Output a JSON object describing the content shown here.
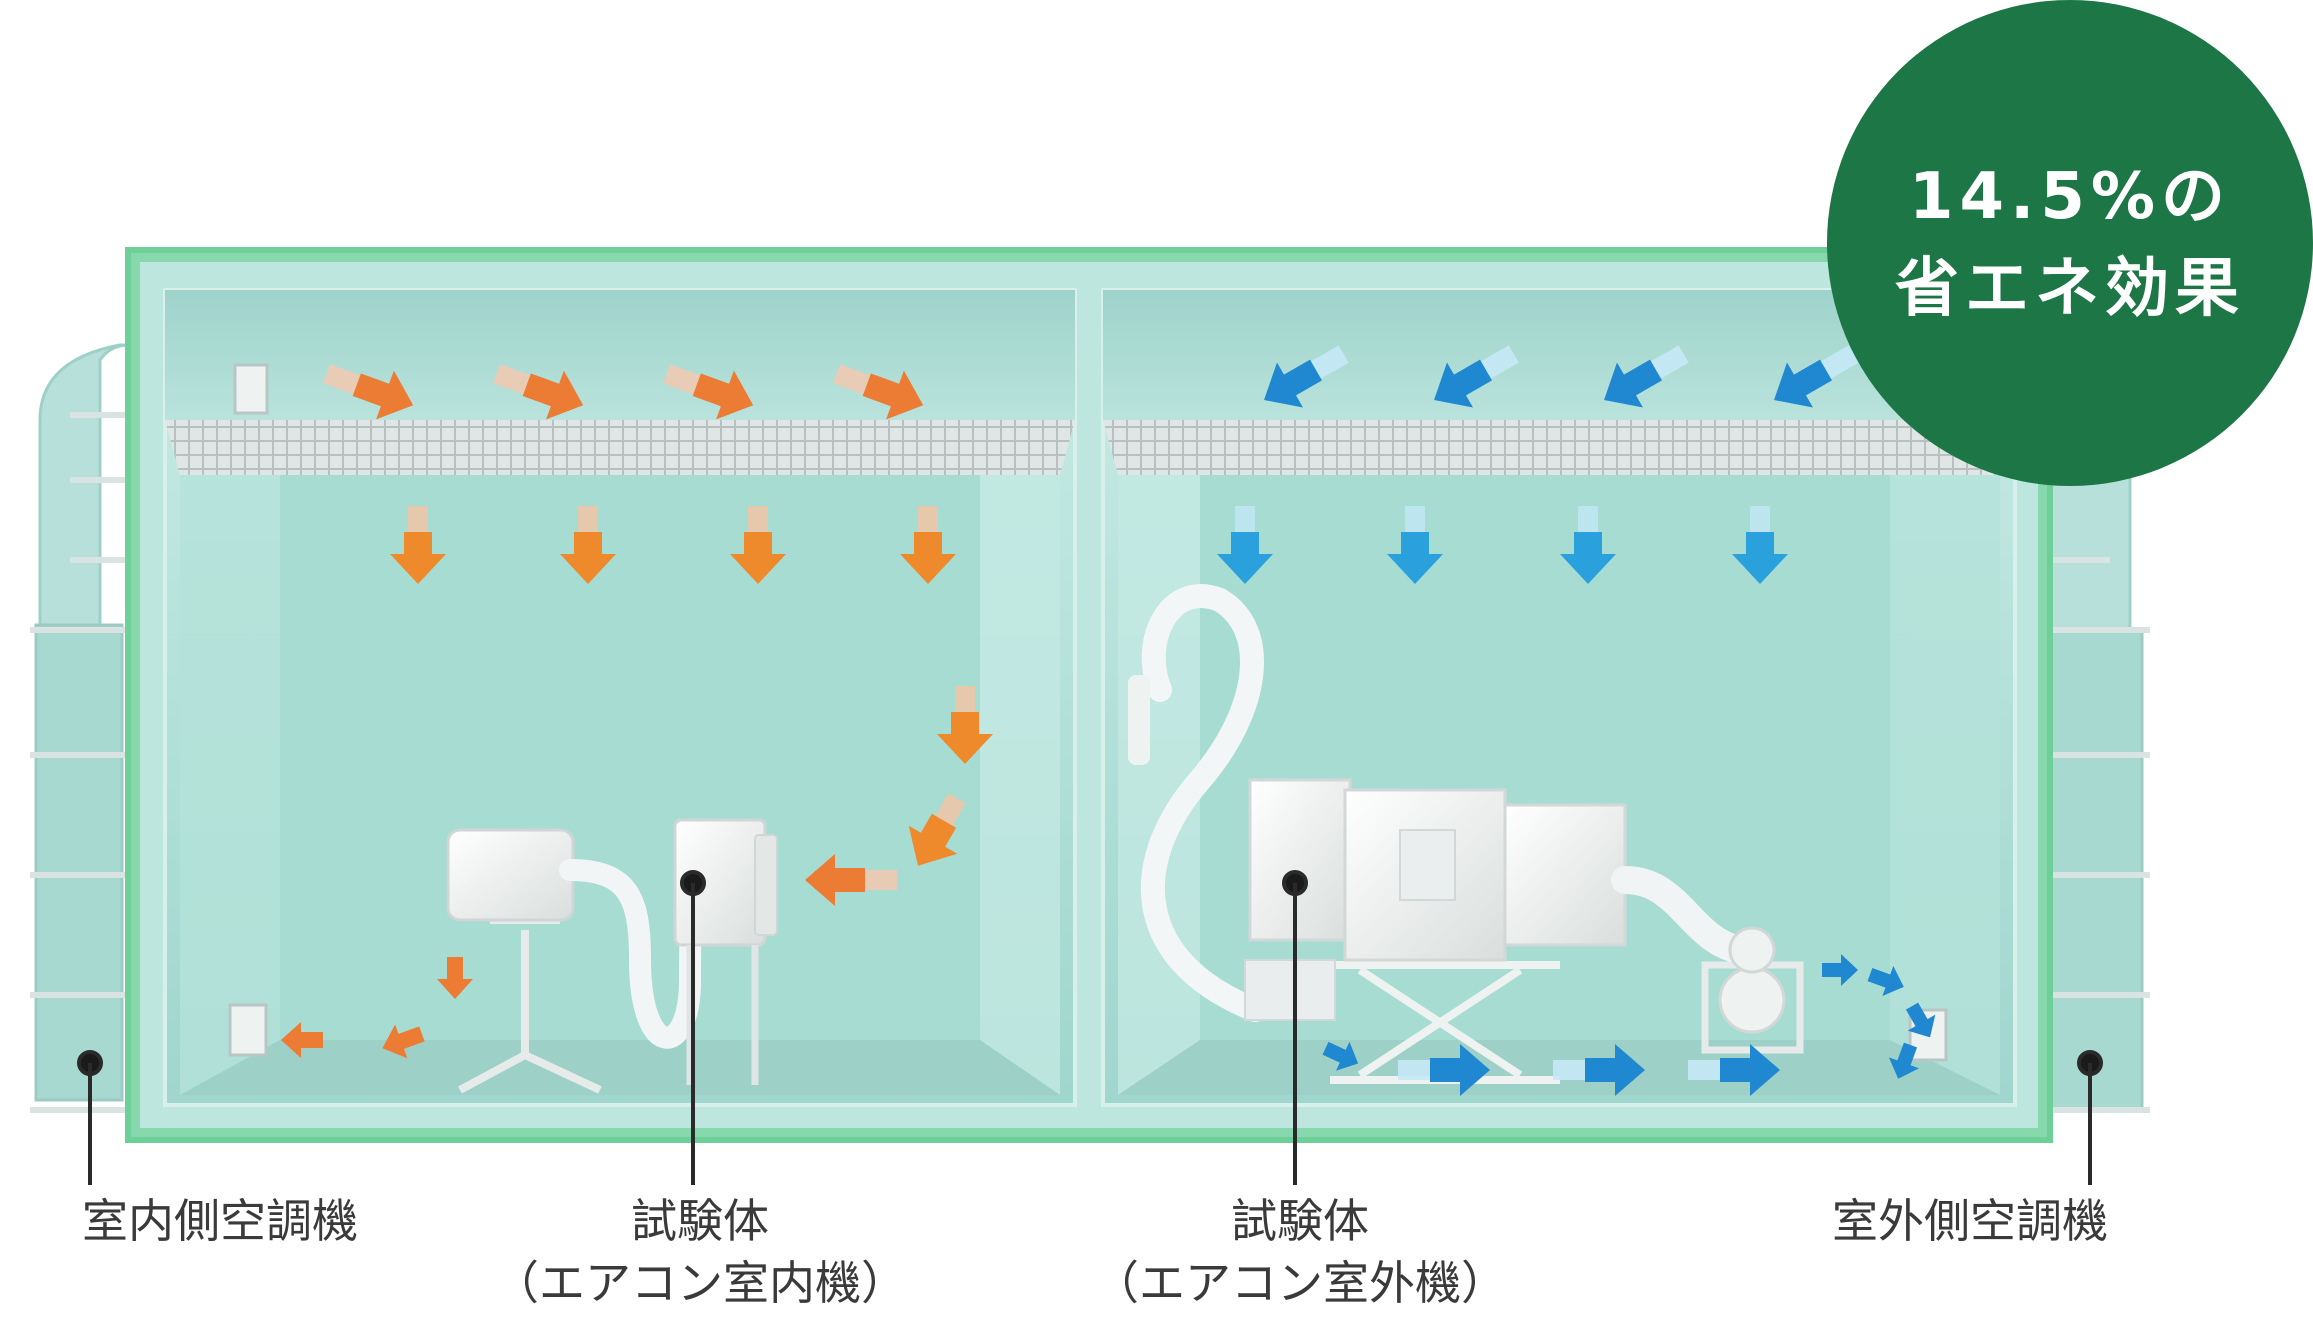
{
  "badge": {
    "line1": "14.5%の",
    "line2": "省エネ効果",
    "color": "#1d7645"
  },
  "labels": {
    "indoor_ac": "室内側空調機",
    "test_indoor_title": "試験体",
    "test_indoor_sub": "（エアコン室内機）",
    "test_outdoor_title": "試験体",
    "test_outdoor_sub": "（エアコン室外機）",
    "outdoor_ac": "室外側空調機"
  },
  "colors": {
    "frame": "#6fcf99",
    "room": "#a9dcd4",
    "warm_arrow": "#ee8a2c",
    "cool_arrow": "#2aa0dc"
  },
  "icons": [
    "warm-airflow-arrow",
    "cool-airflow-arrow",
    "indoor-unit",
    "outdoor-unit",
    "scissor-lift",
    "duct-hose",
    "vent-grille"
  ]
}
